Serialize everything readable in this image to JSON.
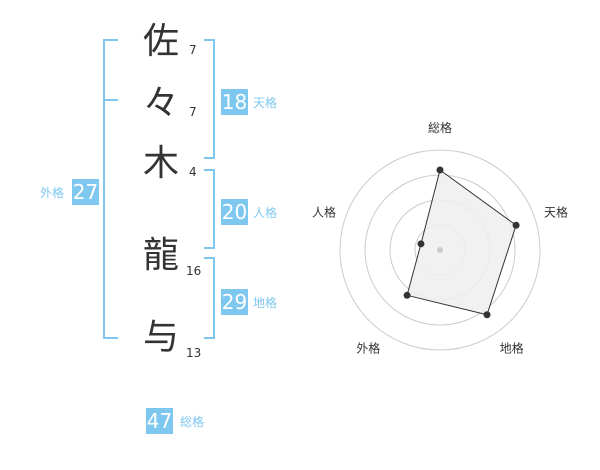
{
  "name": {
    "chars": [
      {
        "char": "佐",
        "strokes": "7"
      },
      {
        "char": "々",
        "strokes": "7"
      },
      {
        "char": "木",
        "strokes": "4"
      },
      {
        "char": "龍",
        "strokes": "16"
      },
      {
        "char": "与",
        "strokes": "13"
      }
    ]
  },
  "kaku": {
    "tenkaku": {
      "value": "18",
      "label": "天格"
    },
    "jinkaku": {
      "value": "20",
      "label": "人格"
    },
    "chikaku": {
      "value": "29",
      "label": "地格"
    },
    "gaikaku": {
      "value": "27",
      "label": "外格"
    },
    "soukaku": {
      "value": "47",
      "label": "総格"
    }
  },
  "colors": {
    "accent": "#7ec8f0",
    "text": "#333333",
    "radar_fill": "#eeeeee",
    "grid": "#cccccc"
  },
  "radar": {
    "axes": [
      "総格",
      "天格",
      "地格",
      "外格",
      "人格"
    ],
    "values": [
      0.8,
      0.8,
      0.8,
      0.56,
      0.2
    ],
    "rings": 4
  }
}
